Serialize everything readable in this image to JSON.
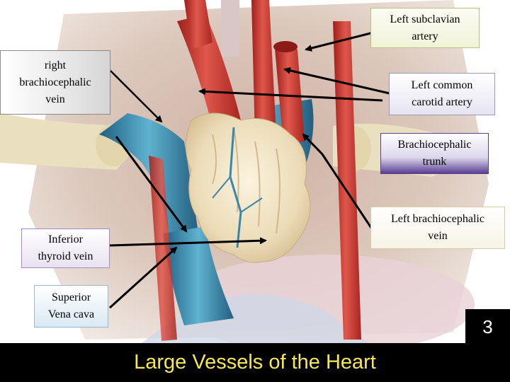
{
  "slide": {
    "title": "Large Vessels of the Heart",
    "number": "3"
  },
  "labels": {
    "left_subclavian_artery": "Left subclavian\nartery",
    "right_brachiocephalic_vein": "right\nbrachiocephalic\nvein",
    "left_common_carotid_artery": "Left common\ncarotid artery",
    "brachiocephalic_trunk": "Brachiocephalic\ntrunk",
    "left_brachiocephalic_vein": "Left brachiocephalic\nvein",
    "inferior_thyroid_vein": "Inferior\nthyroid vein",
    "superior_vena_cava": "Superior\nVena cava"
  },
  "colors": {
    "artery": "#c8352d",
    "vein": "#3a86a8",
    "thyroid": "#efe3c6",
    "footer_text": "#f5e75a"
  }
}
